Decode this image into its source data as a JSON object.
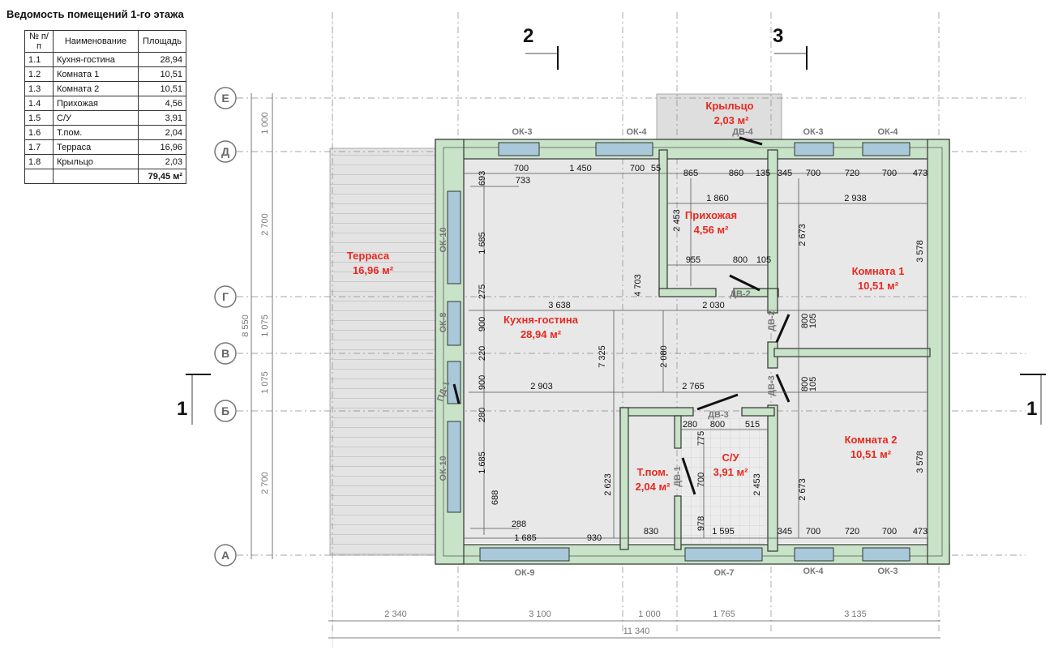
{
  "schedule": {
    "title": "Ведомость помещений 1-го этажа",
    "headers": {
      "num": "№ п/п",
      "name": "Наименование",
      "area": "Площадь"
    },
    "rows": [
      {
        "num": "1.1",
        "name": "Кухня-гостина",
        "area": "28,94"
      },
      {
        "num": "1.2",
        "name": "Комната 1",
        "area": "10,51"
      },
      {
        "num": "1.3",
        "name": "Комната 2",
        "area": "10,51"
      },
      {
        "num": "1.4",
        "name": "Прихожая",
        "area": "4,56"
      },
      {
        "num": "1.5",
        "name": "С/У",
        "area": "3,91"
      },
      {
        "num": "1.6",
        "name": "Т.пом.",
        "area": "2,04"
      },
      {
        "num": "1.7",
        "name": "Терраса",
        "area": "16,96"
      },
      {
        "num": "1.8",
        "name": "Крыльцо",
        "area": "2,03"
      }
    ],
    "total": "79,45 м²"
  },
  "axes": [
    "Е",
    "Д",
    "Г",
    "В",
    "Б",
    "А"
  ],
  "sections": {
    "s1": "1",
    "s2": "2",
    "s3": "3"
  },
  "rooms": {
    "terrace": {
      "name": "Терраса",
      "area": "16,96 м²"
    },
    "porch": {
      "name": "Крыльцо",
      "area": "2,03 м²"
    },
    "hall": {
      "name": "Прихожая",
      "area": "4,56 м²"
    },
    "kitchen": {
      "name": "Кухня-гостина",
      "area": "28,94 м²"
    },
    "room1": {
      "name": "Комната 1",
      "area": "10,51 м²"
    },
    "room2": {
      "name": "Комната 2",
      "area": "10,51 м²"
    },
    "bath": {
      "name": "С/У",
      "area": "3,91 м²"
    },
    "tech": {
      "name": "Т.пом.",
      "area": "2,04 м²"
    }
  },
  "labels": {
    "ok3": "ОК-3",
    "ok4": "ОК-4",
    "ok7": "ОК-7",
    "ok8": "ОК-8",
    "ok9": "ОК-9",
    "ok10": "ОК-10",
    "dv1": "ДВ-1",
    "dv2": "ДВ-2",
    "dv3": "ДВ-3",
    "dv4": "ДВ-4",
    "pd1": "ПД-1"
  },
  "dims": {
    "bottom": [
      "2 340",
      "3 100",
      "1 000",
      "1 765",
      "3 135"
    ],
    "total": "11 340",
    "left": [
      "1 000",
      "2 700",
      "1 075",
      "1 075",
      "2 700"
    ],
    "left_total": "8 550",
    "top": [
      "700",
      "1 450",
      "700",
      "55",
      "865",
      "860",
      "135",
      "345",
      "700",
      "720",
      "700",
      "473"
    ],
    "bot_in": [
      "1 685",
      "930",
      "830",
      "1 595",
      "345",
      "700",
      "720",
      "700",
      "473"
    ],
    "misc": {
      "d693": "693",
      "d733": "733",
      "d1860": "1 860",
      "d2938": "2 938",
      "d955": "955",
      "d800a": "800",
      "d105a": "105",
      "d2453a": "2 453",
      "d2673a": "2 673",
      "d3578a": "3 578",
      "d1685a": "1 685",
      "d275": "275",
      "d4703": "4 703",
      "d3638": "3 638",
      "d2030": "2 030",
      "d900a": "900",
      "d220": "220",
      "d7325": "7 325",
      "d2080": "2 080",
      "d800b": "800",
      "d105b": "105",
      "d900b": "900",
      "d2903": "2 903",
      "d2765": "2 765",
      "d800c": "800",
      "d105c": "105",
      "d280a": "280",
      "d280b": "280",
      "d800d": "800",
      "d515": "515",
      "d775": "775",
      "d1685b": "1 685",
      "d688": "688",
      "d2623": "2 623",
      "d700v": "700",
      "d2453b": "2 453",
      "d2673b": "2 673",
      "d3578b": "3 578",
      "d978": "978",
      "d288": "288"
    }
  }
}
